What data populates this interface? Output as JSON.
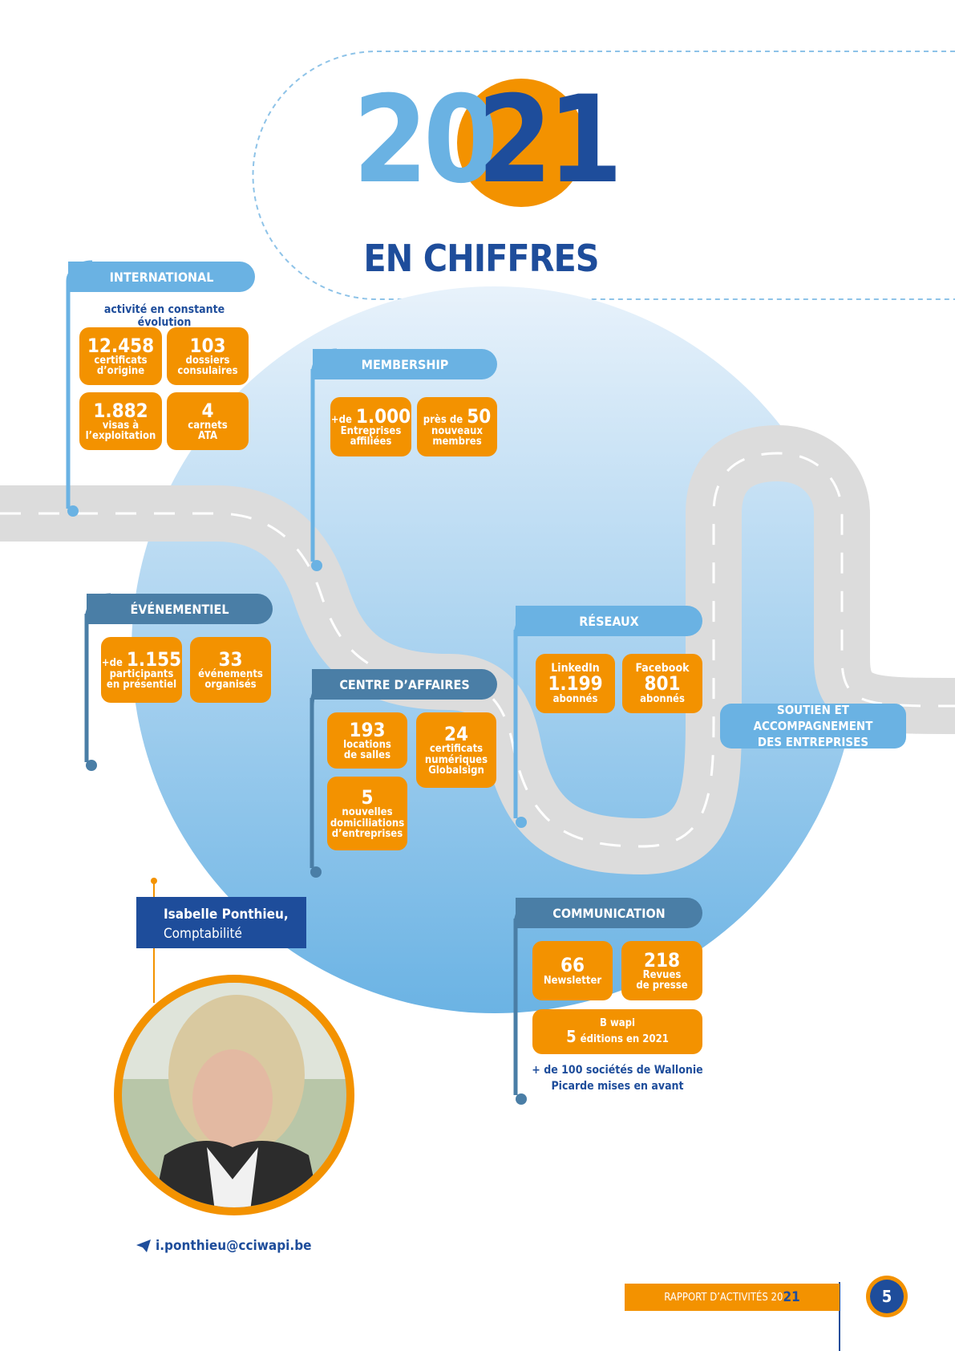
{
  "title": {
    "year_a": "20",
    "year_b": "21",
    "subtitle": "EN CHIFFRES"
  },
  "international": {
    "header": "INTERNATIONAL",
    "caption": "activité en constante évolution",
    "boxes": [
      {
        "value": "12.458",
        "label1": "certificats",
        "label2": "d’origine"
      },
      {
        "value": "103",
        "label1": "dossiers",
        "label2": "consulaires"
      },
      {
        "value": "1.882",
        "label1": "visas à",
        "label2": "l’exploitation"
      },
      {
        "value": "4",
        "label1": "carnets",
        "label2": "ATA"
      }
    ]
  },
  "membership": {
    "header": "MEMBERSHIP",
    "boxes": [
      {
        "prefix": "+de",
        "value": "1.000",
        "label1": "Entreprises",
        "label2": "affiliées"
      },
      {
        "prefix": "près de",
        "value": "50",
        "label1": "nouveaux",
        "label2": "membres"
      }
    ]
  },
  "evenementiel": {
    "header": "ÉVÉNEMENTIEL",
    "boxes": [
      {
        "prefix": "+de",
        "value": "1.155",
        "label1": "participants",
        "label2": "en présentiel"
      },
      {
        "value": "33",
        "label1": "événements",
        "label2": "organisés"
      }
    ]
  },
  "centre": {
    "header": "CENTRE D’AFFAIRES",
    "boxes": [
      {
        "value": "193",
        "label1": "locations",
        "label2": "de salles"
      },
      {
        "value": "24",
        "label1": "certificats",
        "label2": "numériques",
        "label3": "Globalsign"
      },
      {
        "value": "5",
        "label1": "nouvelles",
        "label2": "domiciliations",
        "label3": "d’entreprises"
      }
    ]
  },
  "reseaux": {
    "header": "RÉSEAUX",
    "boxes": [
      {
        "network": "LinkedIn",
        "value": "1.199",
        "label": "abonnés"
      },
      {
        "network": "Facebook",
        "value": "801",
        "label": "abonnés"
      }
    ]
  },
  "soutien": {
    "line1": "SOUTIEN ET ACCOMPAGNEMENT",
    "line2": "DES ENTREPRISES"
  },
  "communication": {
    "header": "COMMUNICATION",
    "boxes": [
      {
        "value": "66",
        "label1": "Newsletter"
      },
      {
        "value": "218",
        "label1": "Revues",
        "label2": "de presse"
      }
    ],
    "bwapi": {
      "name": "B wapi",
      "value": "5",
      "label": "éditions en 2021"
    },
    "note1": "+ de 100 sociétés de Wallonie",
    "note2": "Picarde mises en avant"
  },
  "person": {
    "name": "Isabelle Ponthieu,",
    "role": "Comptabilité",
    "email": "i.ponthieu@cciwapi.be"
  },
  "footer": {
    "report": "RAPPORT D’ACTIVITÉS 20",
    "year": "21",
    "page": "5"
  },
  "colors": {
    "orange": "#f39200",
    "navy": "#1e4d9b",
    "light_blue": "#6ab2e3",
    "steel_blue": "#4a7ea6"
  }
}
